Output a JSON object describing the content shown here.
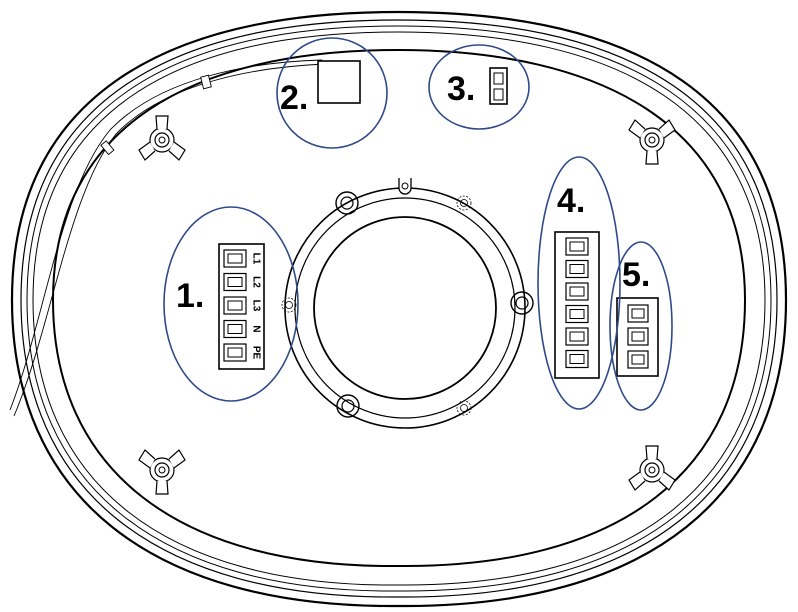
{
  "callouts": [
    {
      "id": "1",
      "label": "1."
    },
    {
      "id": "2",
      "label": "2."
    },
    {
      "id": "3",
      "label": "3."
    },
    {
      "id": "4",
      "label": "4."
    },
    {
      "id": "5",
      "label": "5."
    }
  ],
  "terminal_block_1": {
    "terminals": [
      "L1",
      "L2",
      "L3",
      "N",
      "PE"
    ]
  },
  "colors": {
    "outline": "#000000",
    "callout_ellipse": "#2f4a8a"
  }
}
